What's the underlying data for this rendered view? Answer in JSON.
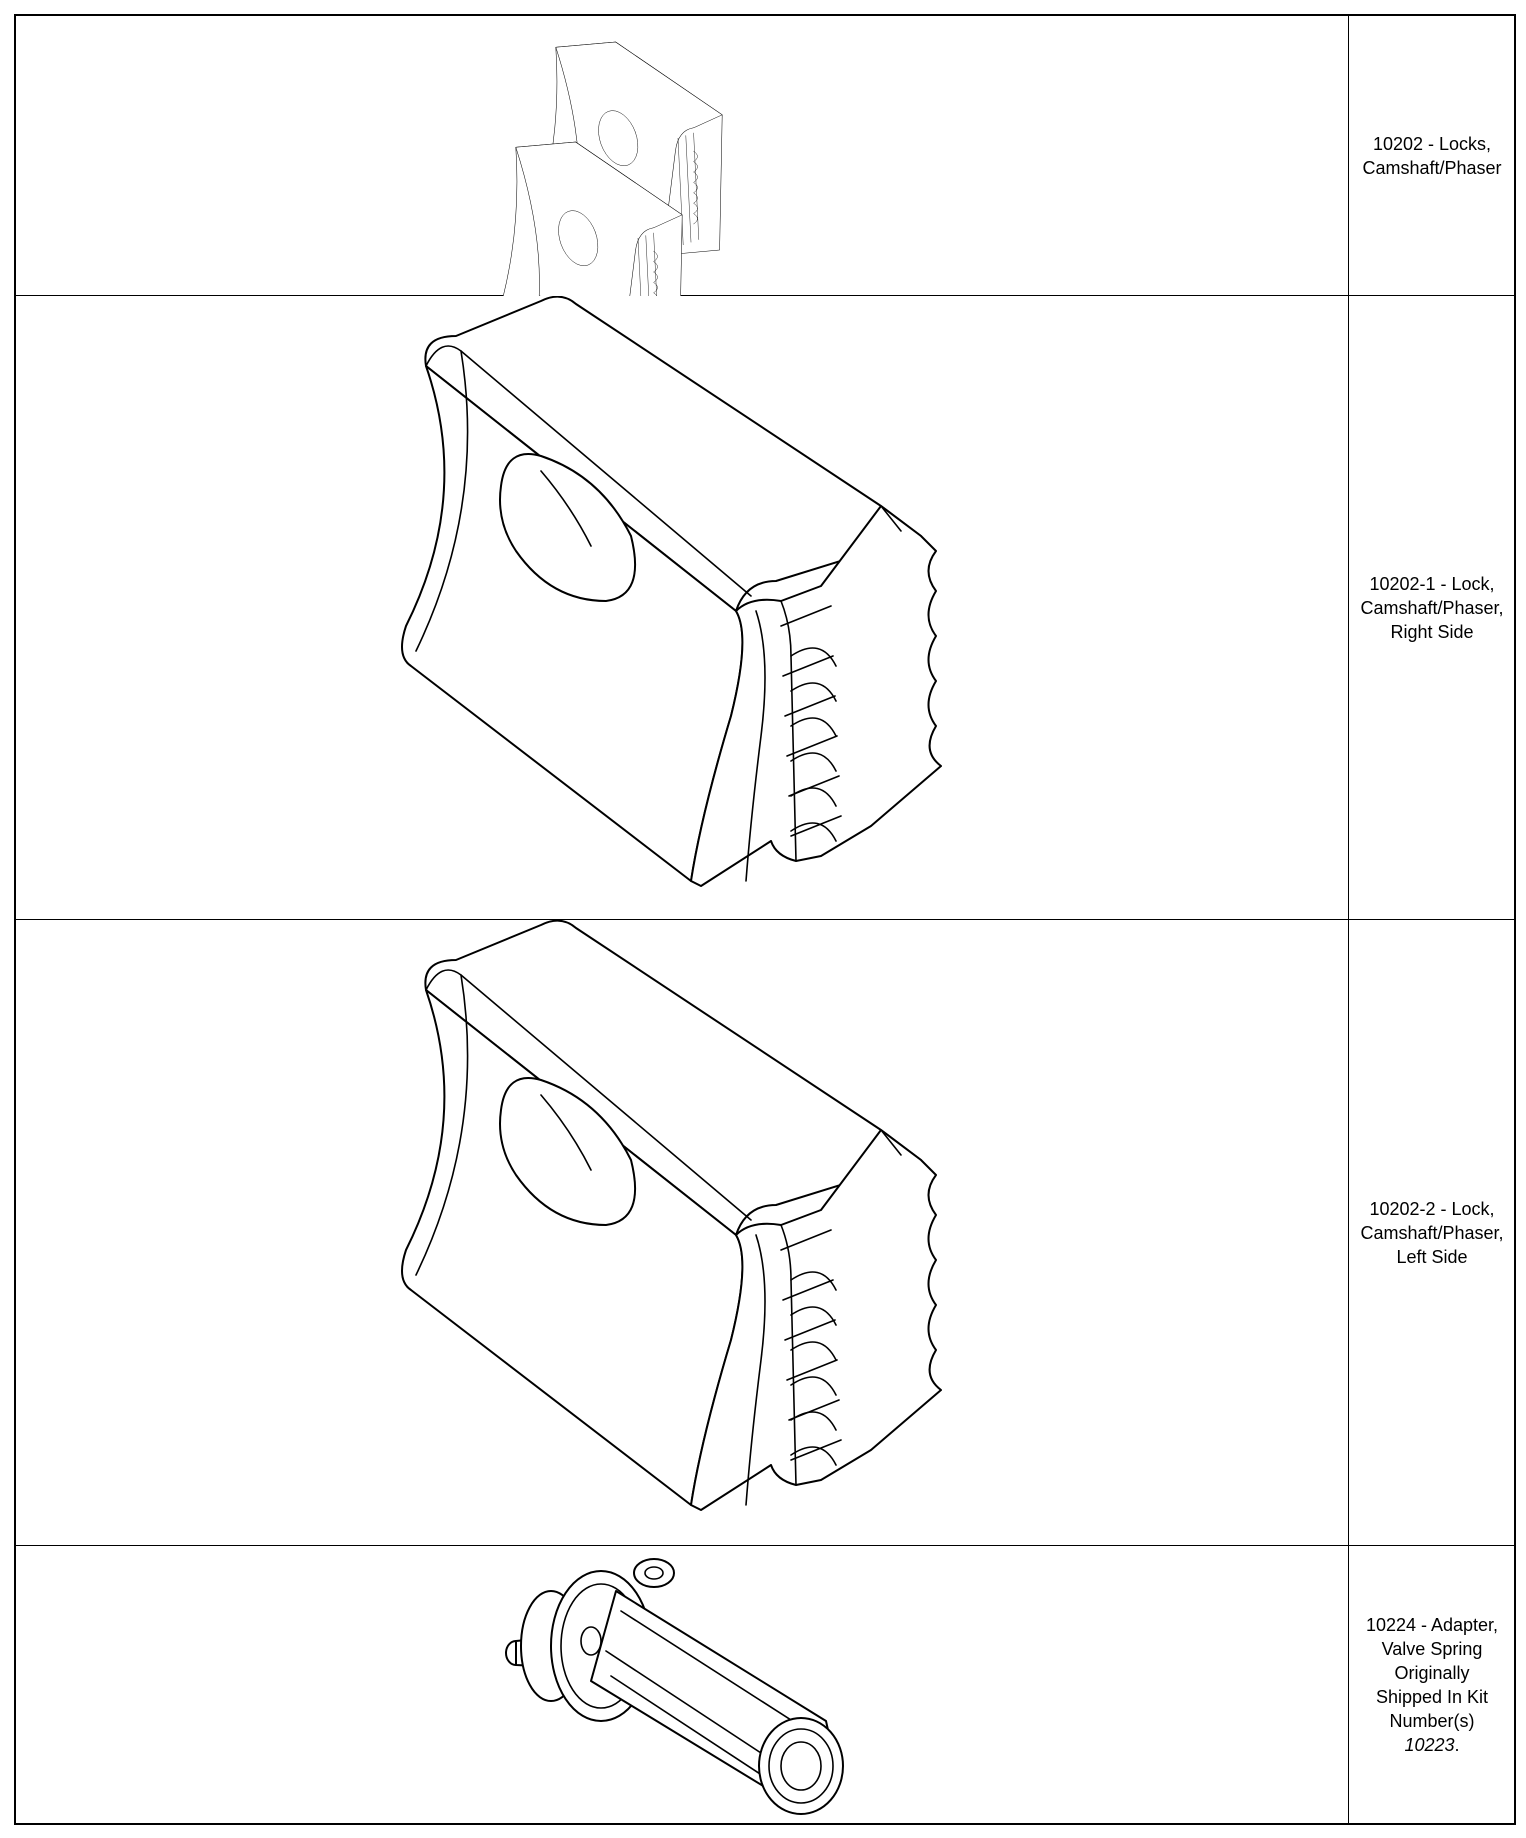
{
  "rows": [
    {
      "caption": [
        "10202 - Locks,",
        "Camshaft/Phaser"
      ],
      "picture": "camshaft-phaser-locks-pair"
    },
    {
      "caption": [
        "10202-1 - Lock,",
        "Camshaft/Phaser,",
        "Right Side"
      ],
      "picture": "camshaft-phaser-lock-right"
    },
    {
      "caption": [
        "10202-2 - Lock,",
        "Camshaft/Phaser,",
        "Left Side"
      ],
      "picture": "camshaft-phaser-lock-left"
    },
    {
      "caption": [
        "10224 - Adapter,",
        "Valve Spring",
        "Originally",
        "Shipped In Kit",
        "Number(s)"
      ],
      "caption_italic": "10223",
      "caption_tail": ".",
      "picture": "valve-spring-adapter"
    }
  ]
}
